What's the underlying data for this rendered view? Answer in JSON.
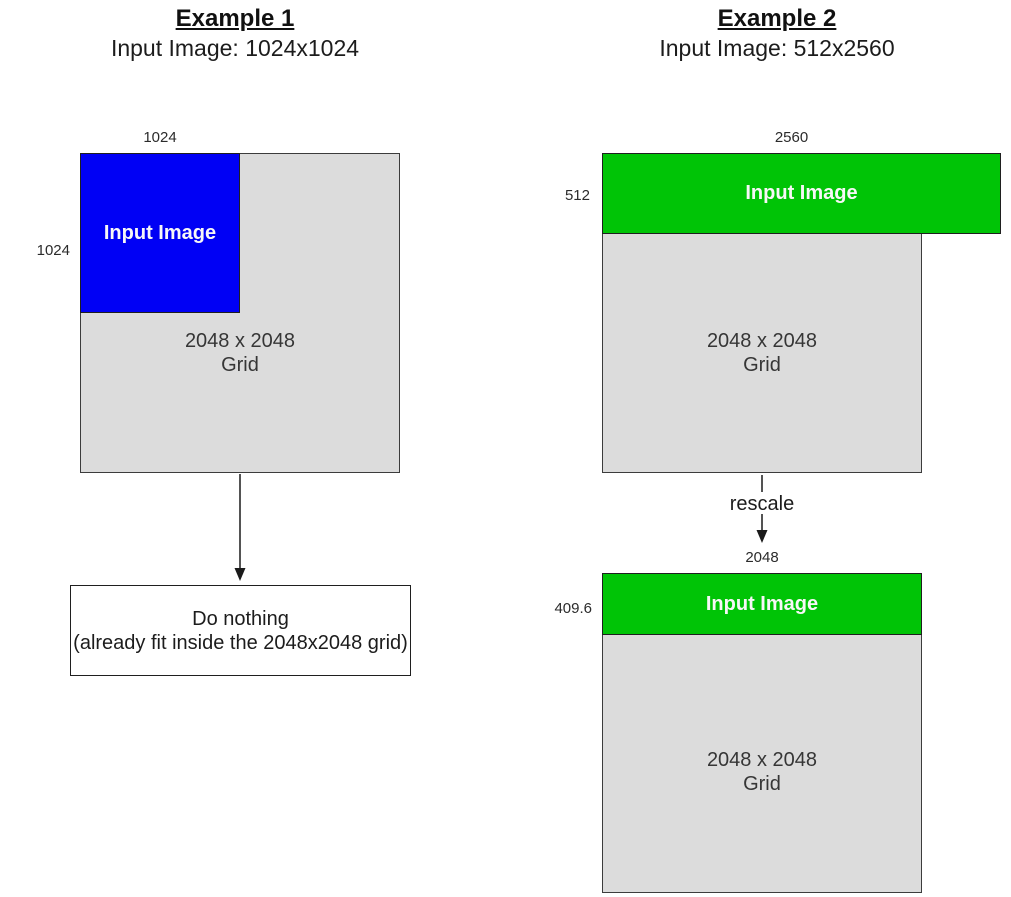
{
  "colors": {
    "input_image_blue": "#0000F5",
    "input_image_green": "#00C406",
    "grid_gray": "#DCDCDC"
  },
  "example1": {
    "title": "Example 1",
    "subtitle": "Input Image: 1024x1024",
    "input_image": {
      "label": "Input Image",
      "width_label": "1024",
      "height_label": "1024"
    },
    "grid": {
      "line1": "2048 x 2048",
      "line2": "Grid"
    },
    "result": {
      "line1": "Do nothing",
      "line2": "(already fit inside the 2048x2048 grid)"
    }
  },
  "example2": {
    "title": "Example 2",
    "subtitle": "Input Image: 512x2560",
    "before": {
      "input_image": {
        "label": "Input Image",
        "width_label": "2560",
        "height_label": "512"
      },
      "grid": {
        "line1": "2048 x 2048",
        "line2": "Grid"
      }
    },
    "rescale_label": "rescale",
    "after": {
      "input_image": {
        "label": "Input Image",
        "width_label": "2048",
        "height_label": "409.6"
      },
      "grid": {
        "line1": "2048 x 2048",
        "line2": "Grid"
      }
    }
  }
}
